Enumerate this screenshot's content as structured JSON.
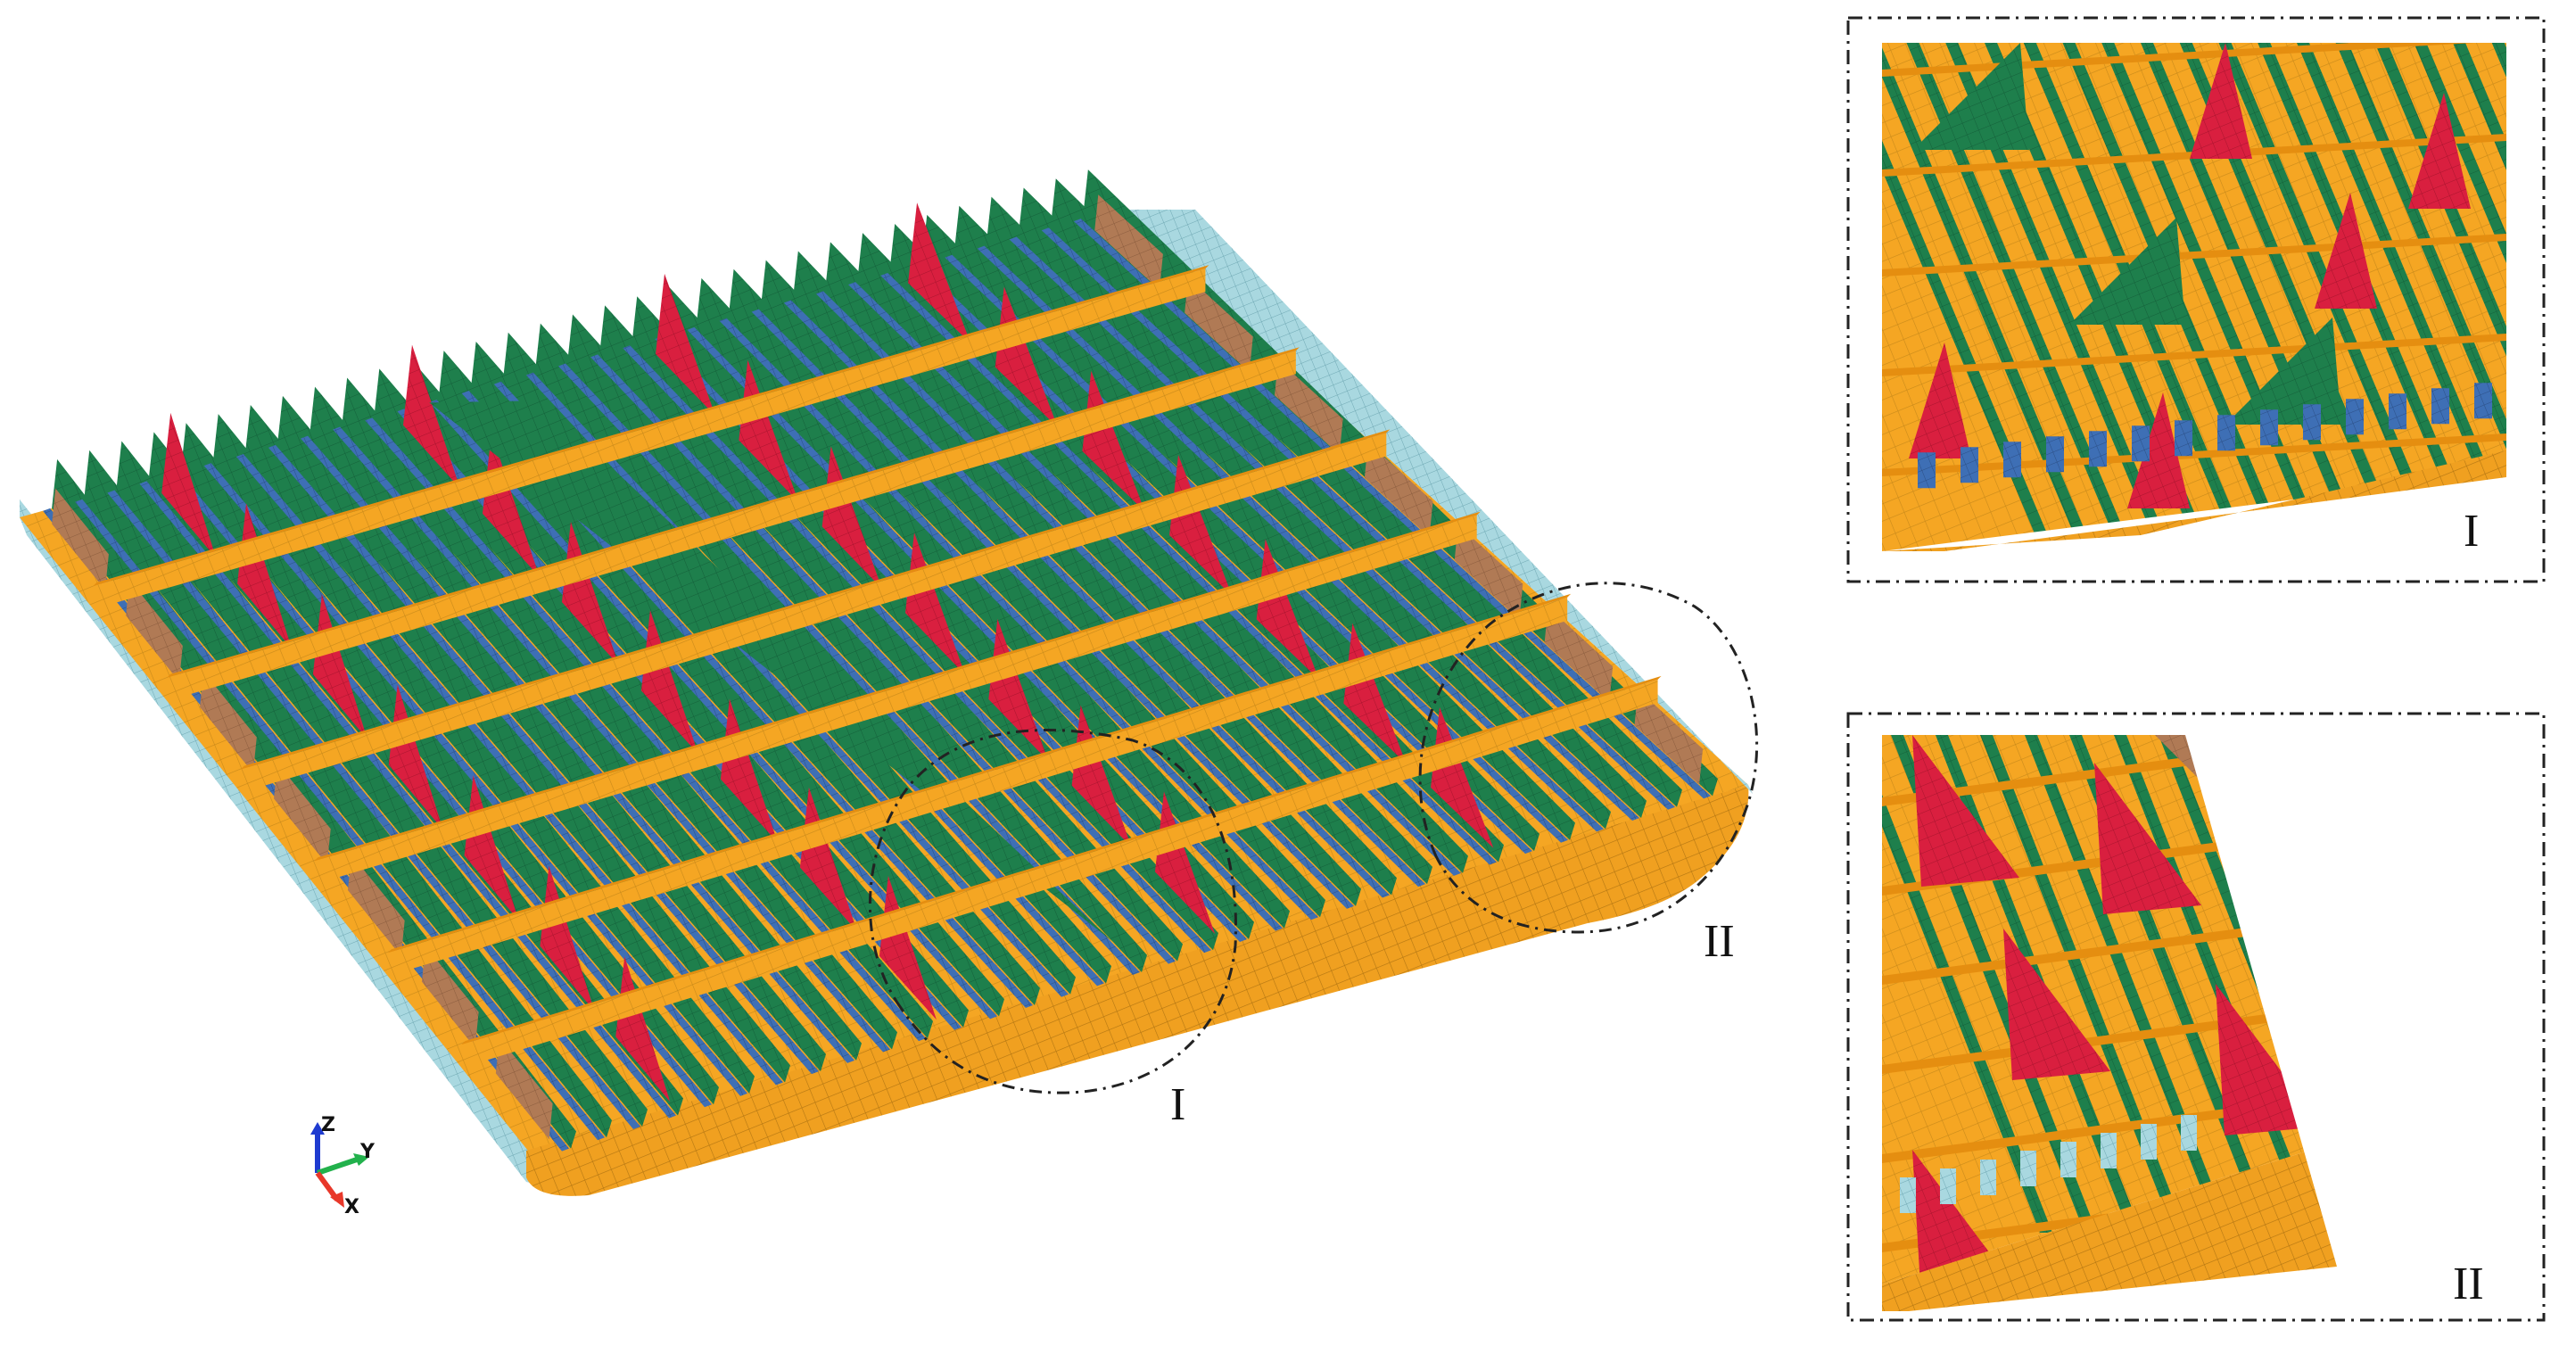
{
  "labels": {
    "detail_one": "I",
    "detail_two": "II",
    "inset_one": "I",
    "inset_two": "II"
  },
  "triad": {
    "z": "Z",
    "y": "Y",
    "x": "X"
  },
  "colors": {
    "plate": "#F5A623",
    "plate_edge": "#C07A10",
    "stiffener_green": "#1E7F4C",
    "stiffener_green_light": "#2E9B62",
    "bracket_red": "#D91F3F",
    "bracket_brown": "#B07A55",
    "side_light_blue": "#A9D8E0",
    "base_blue": "#3E6FB5",
    "frame_line": "#222222",
    "axis_x": "#E8382A",
    "axis_y": "#22B14C",
    "axis_z": "#1E3BD0"
  }
}
